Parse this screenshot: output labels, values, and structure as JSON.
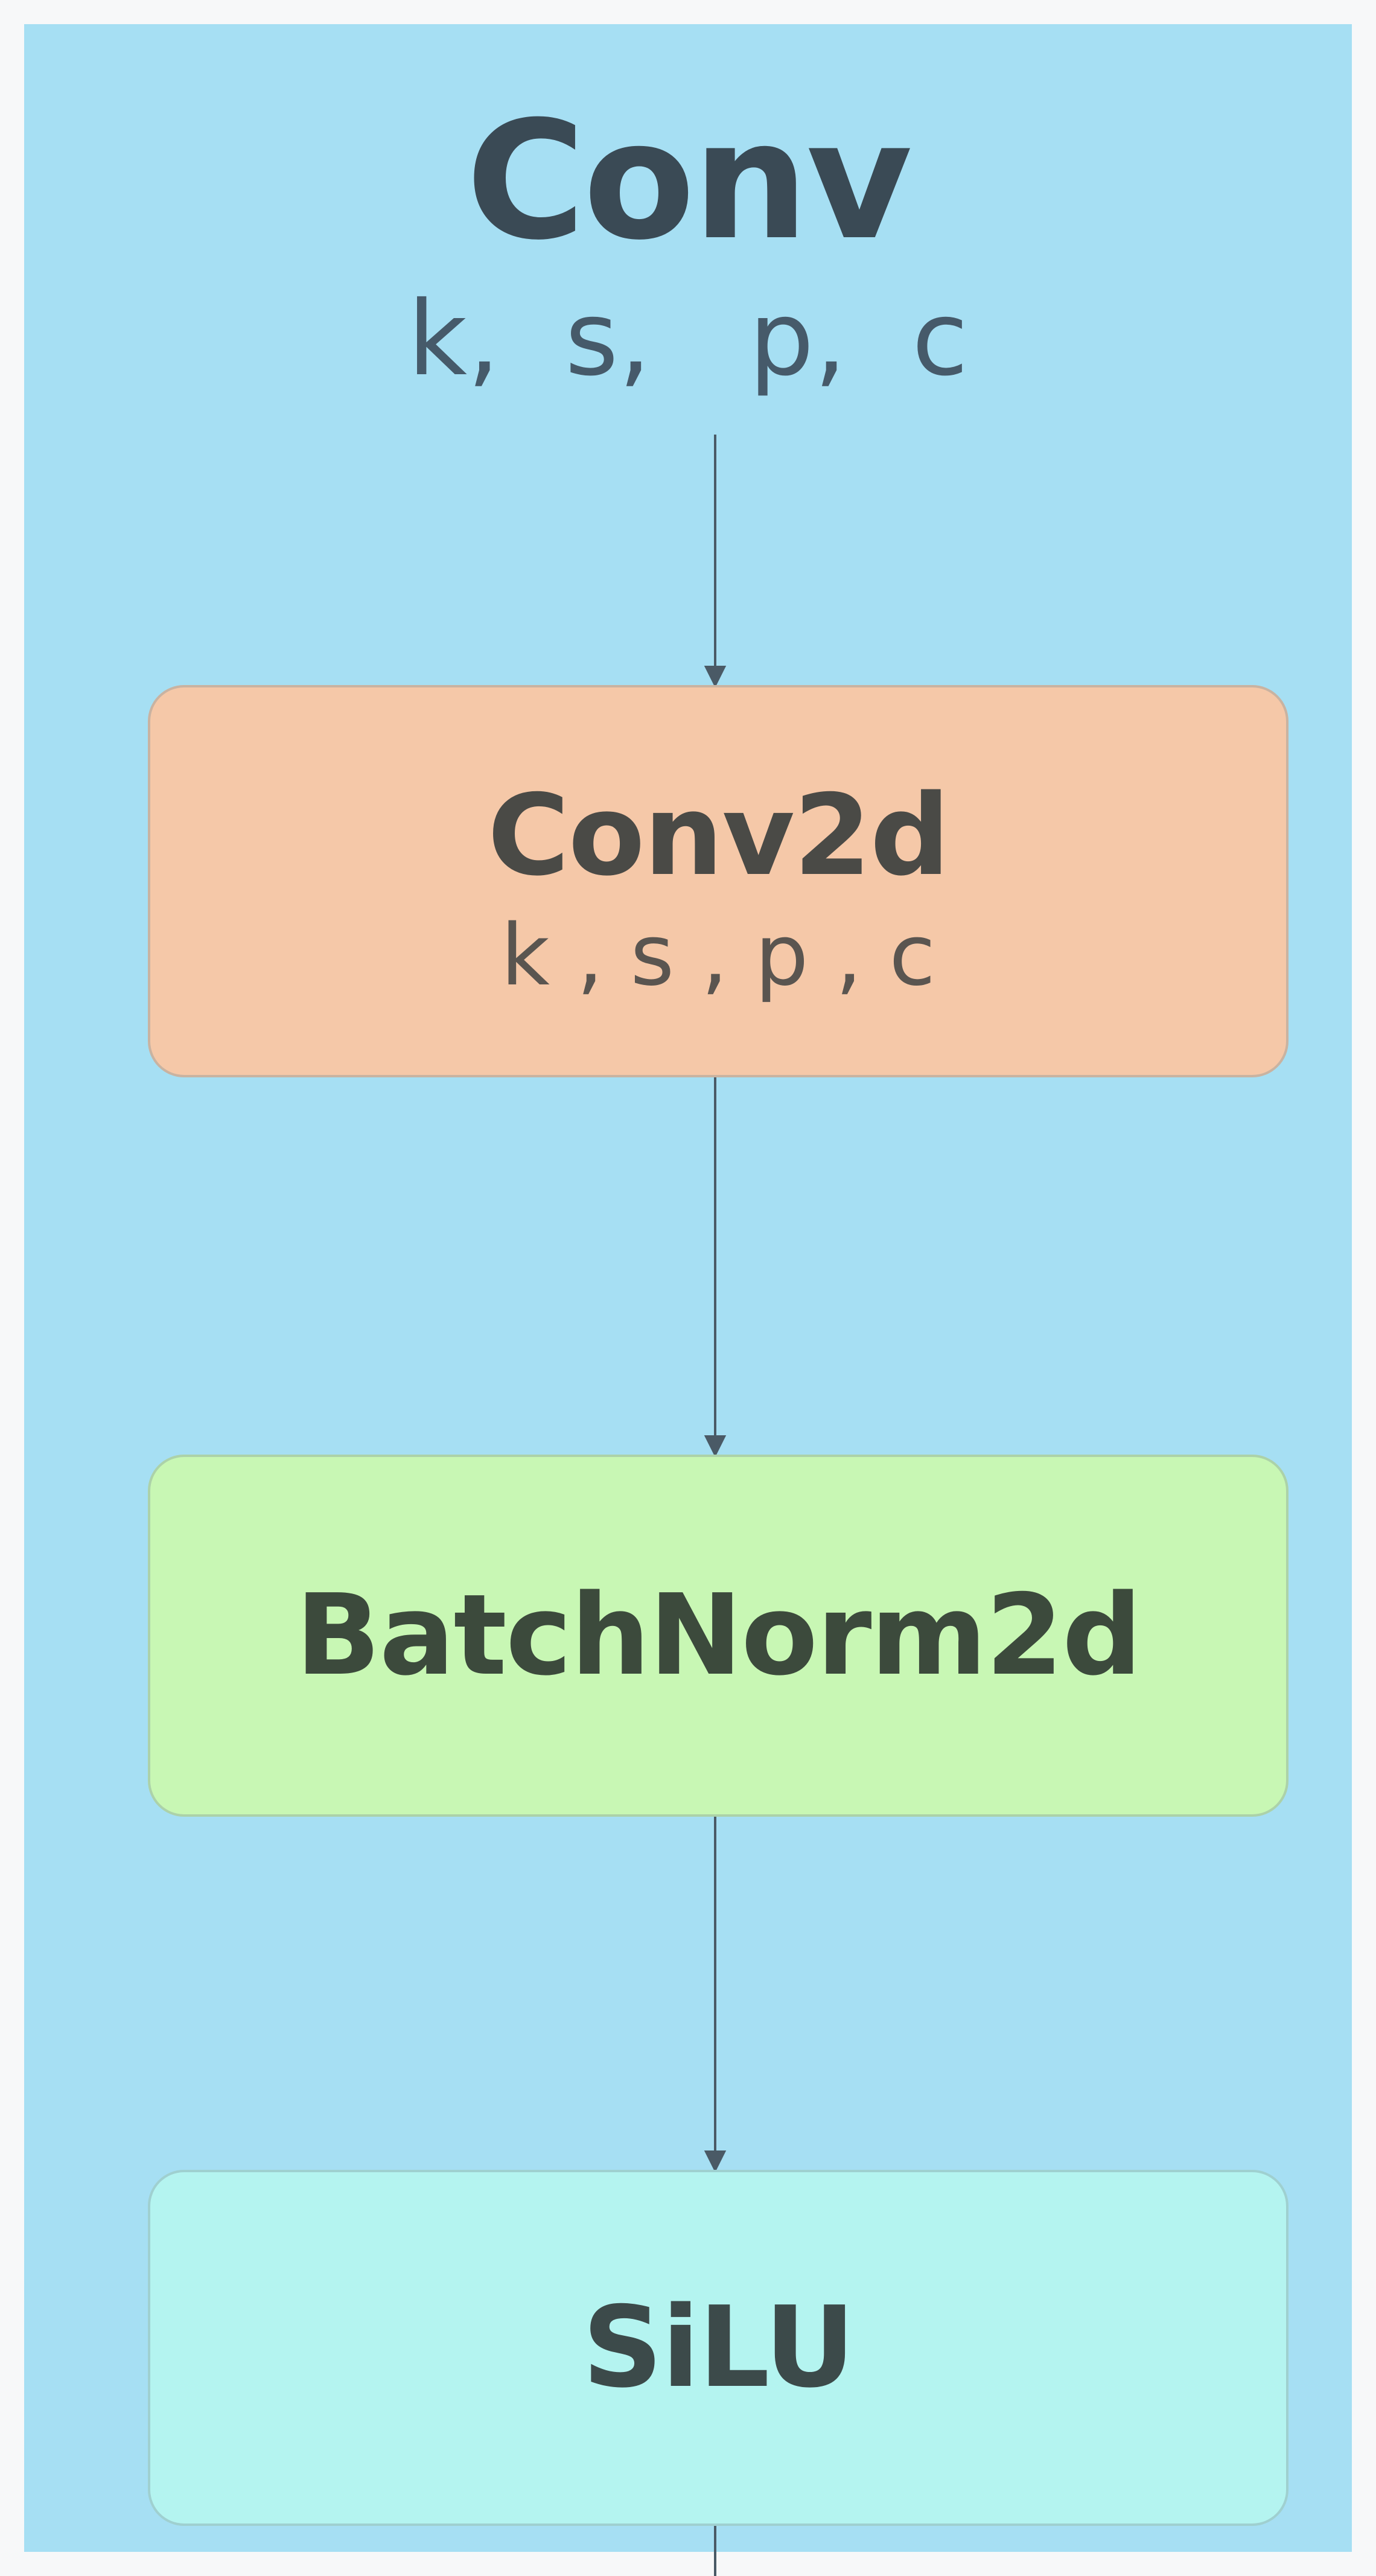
{
  "diagram": {
    "title": "Conv",
    "params": "k,  s,   p,  c",
    "nodes": [
      {
        "label": "Conv2d",
        "sublabel": "k , s , p , c"
      },
      {
        "label": "BatchNorm2d"
      },
      {
        "label": "SiLU"
      }
    ]
  },
  "colors": {
    "panel": "#a6dff3",
    "conv2d": "#f5c8a8",
    "batchnorm2d": "#c8f7b4",
    "silu": "#b4f4f0",
    "edge": "#4a5a66"
  }
}
